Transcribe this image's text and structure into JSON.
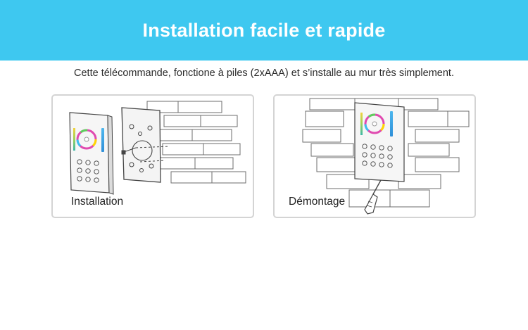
{
  "header": {
    "title": "Installation facile et rapide",
    "background": "#3ec8f0"
  },
  "subtitle": "Cette télécommande, fonctione à piles (2xAAA) et s’installe au mur très simplement.",
  "panels": [
    {
      "label": "Installation",
      "icon": "wall-install-illustration"
    },
    {
      "label": "Démontage",
      "icon": "wall-remove-illustration"
    }
  ]
}
